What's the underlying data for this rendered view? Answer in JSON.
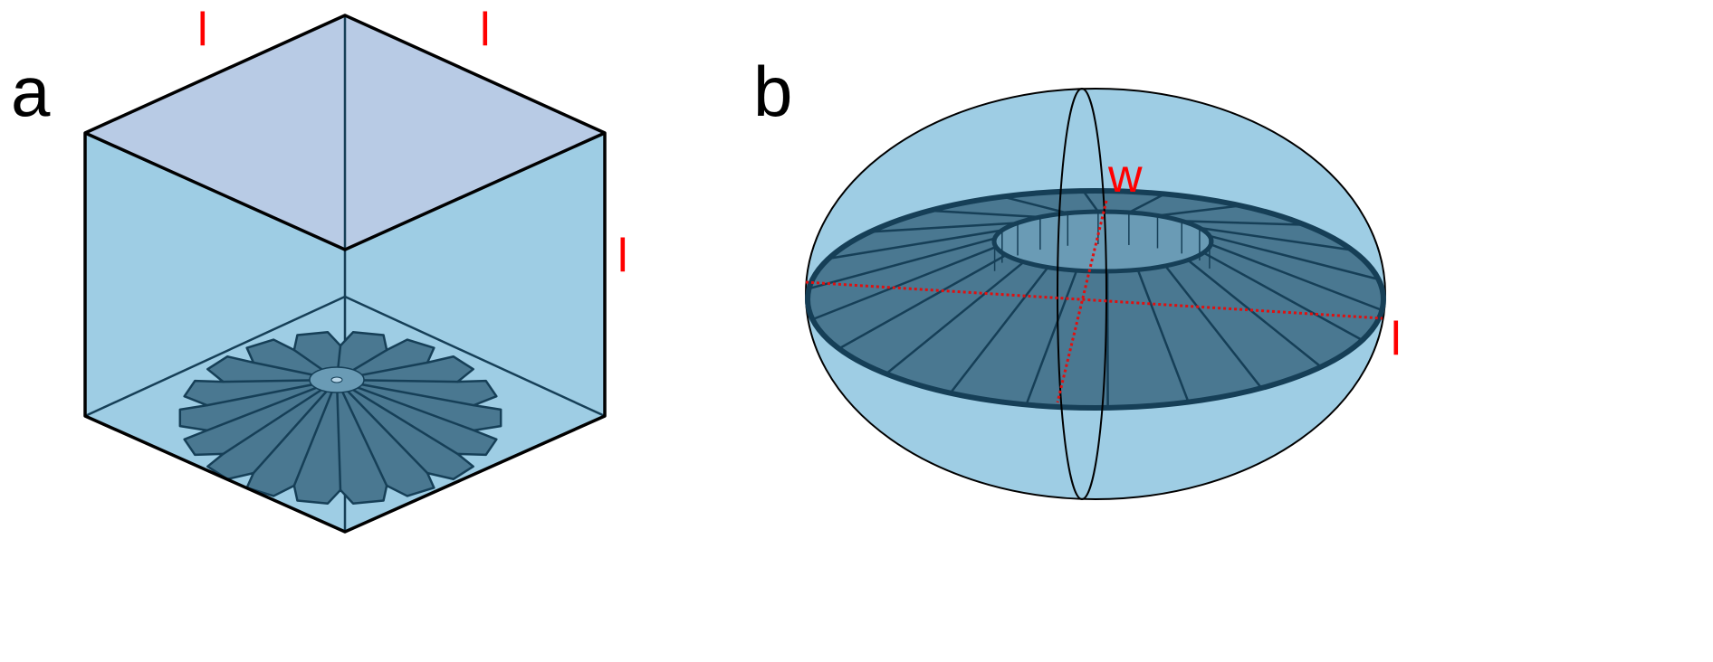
{
  "panels": {
    "a": {
      "label": "a",
      "dimension_labels": [
        "l",
        "l",
        "l"
      ]
    },
    "b": {
      "label": "b",
      "width_label": "w",
      "length_label": "l"
    }
  },
  "colors": {
    "face": "#9ecde4",
    "top_face": "#b8cbe5",
    "sheet": "#4a7891",
    "sheet_edge": "#163f57",
    "dimension": "#ff0000"
  }
}
